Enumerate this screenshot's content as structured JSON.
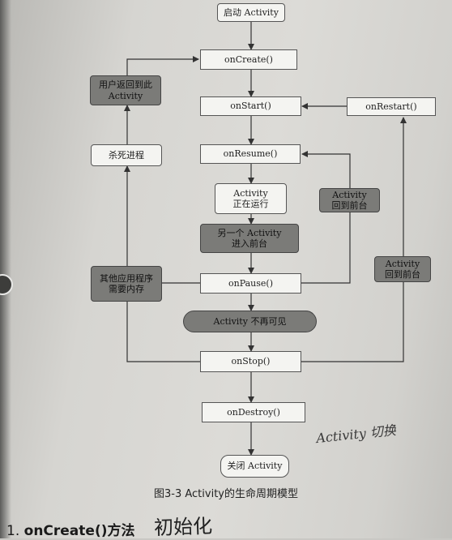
{
  "diagram": {
    "nodes": {
      "start": "启动 Activity",
      "on_create": "onCreate()",
      "on_start": "onStart()",
      "on_restart": "onRestart()",
      "on_resume": "onResume()",
      "running": "Activity\n正在运行",
      "another_activity": "另一个 Activity\n进入前台",
      "on_pause": "onPause()",
      "not_visible": "Activity 不再可见",
      "on_stop": "onStop()",
      "on_destroy": "onDestroy()",
      "shutdown": "关闭 Activity",
      "user_returns": "用户返回到此\nActivity",
      "kill_process": "杀死进程",
      "other_app_memory": "其他应用程序\n需要内存",
      "back_to_front_1": "Activity\n回到前台",
      "back_to_front_2": "Activity\n回到前台"
    },
    "caption": "图3-3   Activity的生命周期模型"
  },
  "section_heading": {
    "number": "1.",
    "title": "onCreate()方法",
    "handwritten_note": "初始化"
  },
  "margin_note": "Activity 切换",
  "colors": {
    "page": "#d8d7d3",
    "white_box": "#f4f4f1",
    "gray_box": "#7b7b78",
    "line": "#333333"
  }
}
